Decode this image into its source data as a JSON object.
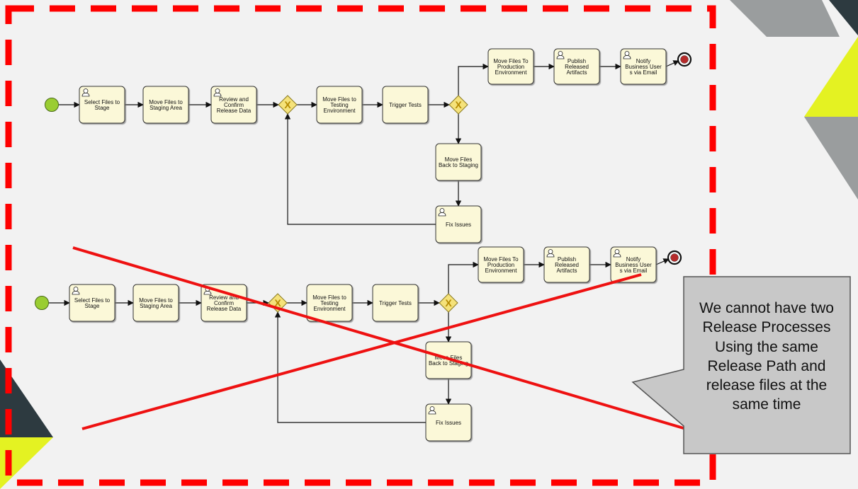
{
  "processes": [
    {
      "name": "upper-process",
      "crossed_out": false,
      "tasks": {
        "select_files": {
          "lines": [
            "Select Files to",
            "Stage"
          ],
          "user_task": true
        },
        "move_staging": {
          "lines": [
            "Move Files to",
            "Staging Area"
          ],
          "user_task": false
        },
        "review_confirm": {
          "lines": [
            "Review and",
            "Confirm",
            "Release Data"
          ],
          "user_task": true
        },
        "move_testing": {
          "lines": [
            "Move Files to",
            "Testing",
            "Environment"
          ],
          "user_task": false
        },
        "trigger_tests": {
          "lines": [
            "Trigger Tests"
          ],
          "user_task": false
        },
        "move_production": {
          "lines": [
            "Move Files To",
            "Production",
            "Environment"
          ],
          "user_task": false
        },
        "publish": {
          "lines": [
            "Publish",
            "Released",
            "Artifacts"
          ],
          "user_task": true
        },
        "notify": {
          "lines": [
            "Notify",
            "Business User",
            "s via Email"
          ],
          "user_task": true
        },
        "move_back": {
          "lines": [
            "Move Files",
            "Back to Staging"
          ],
          "user_task": false
        },
        "fix_issues": {
          "lines": [
            "Fix Issues"
          ],
          "user_task": true
        }
      }
    },
    {
      "name": "lower-process",
      "crossed_out": true,
      "tasks": {
        "select_files": {
          "lines": [
            "Select Files to",
            "Stage"
          ],
          "user_task": true
        },
        "move_staging": {
          "lines": [
            "Move Files to",
            "Staging Area"
          ],
          "user_task": false
        },
        "review_confirm": {
          "lines": [
            "Review and",
            "Confirm",
            "Release Data"
          ],
          "user_task": true
        },
        "move_testing": {
          "lines": [
            "Move Files to",
            "Testing",
            "Environment"
          ],
          "user_task": false
        },
        "trigger_tests": {
          "lines": [
            "Trigger Tests"
          ],
          "user_task": false
        },
        "move_production": {
          "lines": [
            "Move Files To",
            "Production",
            "Environment"
          ],
          "user_task": false
        },
        "publish": {
          "lines": [
            "Publish",
            "Released",
            "Artifacts"
          ],
          "user_task": true
        },
        "notify": {
          "lines": [
            "Notify",
            "Business User",
            "s via Email"
          ],
          "user_task": true
        },
        "move_back": {
          "lines": [
            "Move Files",
            "Back to Staging"
          ],
          "user_task": false
        },
        "fix_issues": {
          "lines": [
            "Fix Issues"
          ],
          "user_task": true
        }
      }
    }
  ],
  "gateway_symbol": "X",
  "callout": {
    "text": "We cannot have two Release Processes Using the same Release Path and release files at the same time"
  },
  "colors": {
    "task_fill": "#fbf8d8",
    "task_stroke": "#333333",
    "gateway_fill": "#f5e27a",
    "gateway_mark": "#b58a00",
    "start_fill": "#9acd32",
    "end_fill": "#b52a2a",
    "dashed_border": "#ff0000",
    "cross_line": "#ee1111",
    "callout_fill": "#c8c8c8",
    "deco_dark": "#2d3a40",
    "deco_grey": "#9a9d9e",
    "deco_lime": "#e4f222"
  }
}
